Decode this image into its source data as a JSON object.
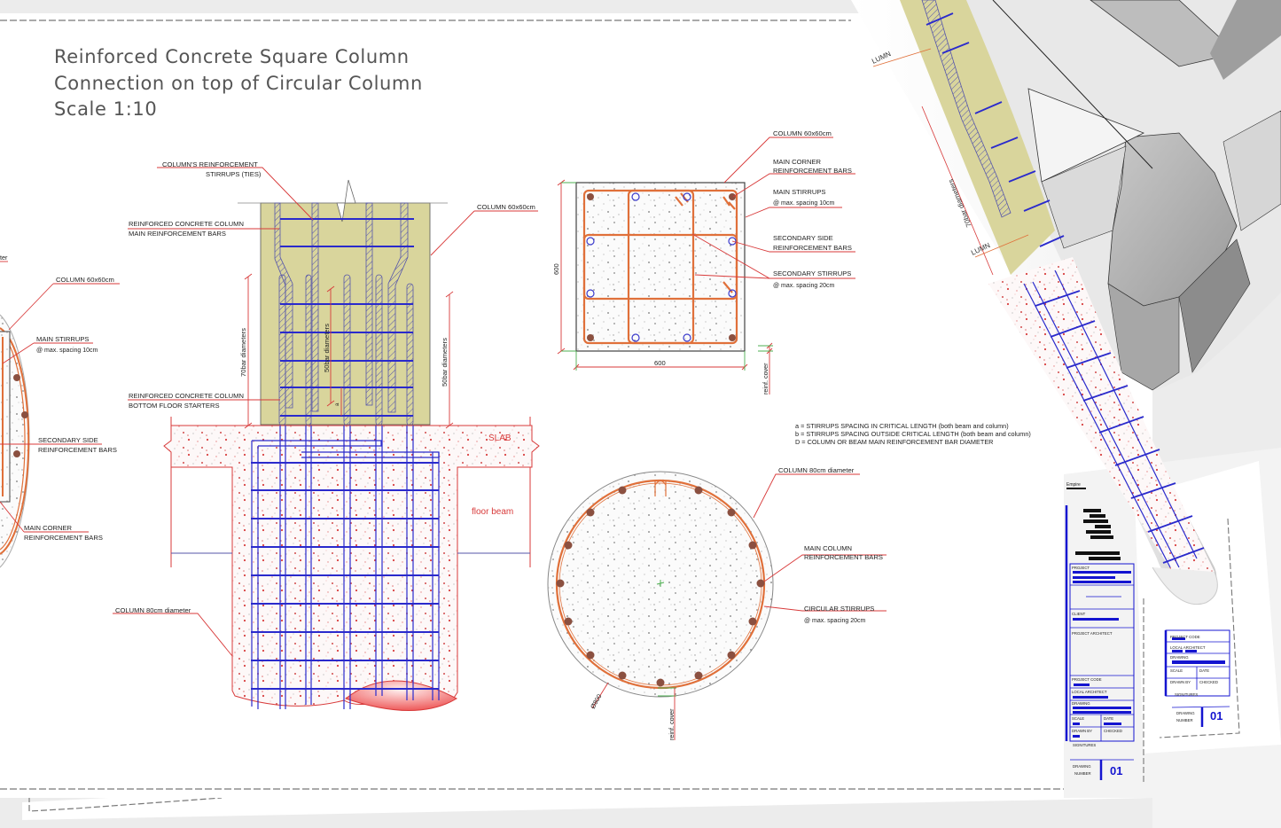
{
  "sheet": {
    "title_lines": [
      "Reinforced Concrete Square Column",
      "Connection on top of Circular Column",
      "Scale 1:10"
    ]
  },
  "section_view": {
    "labels": {
      "stirrups_1": "COLUMN'S REINFORCEMENT",
      "stirrups_2": "STIRRUPS (TIES)",
      "main_bars_1": "REINFORCED CONCRETE COLUMN",
      "main_bars_2": "MAIN REINFORCEMENT BARS",
      "column_top": "COLUMN 60x60cm",
      "starters_1": "REINFORCED CONCRETE COLUMN",
      "starters_2": "BOTTOM FLOOR STARTERS",
      "dim_70": "70bar diameters",
      "dim_50_inner": "50bar diameters",
      "dim_50_outer": "50bar diameters",
      "dim_a": "a",
      "slab": "SLAB",
      "floor_beam": "floor beam",
      "column_bottom": "COLUMN 80cm diameter"
    }
  },
  "left_partial_view": {
    "labels": {
      "cut_text": "ter",
      "column": "COLUMN 60x60cm",
      "main_stirrups_1": "MAIN STIRRUPS",
      "main_stirrups_2": "@ max. spacing 10cm",
      "secondary_1": "SECONDARY SIDE",
      "secondary_2": "REINFORCEMENT BARS",
      "corner_1": "MAIN CORNER",
      "corner_2": "REINFORCEMENT BARS"
    }
  },
  "square_plan": {
    "labels": {
      "column": "COLUMN 60x60cm",
      "corner_1": "MAIN CORNER",
      "corner_2": "REINFORCEMENT BARS",
      "main_stirrups_1": "MAIN STIRRUPS",
      "main_stirrups_2": "@ max. spacing 10cm",
      "secondary_side_1": "SECONDARY SIDE",
      "secondary_side_2": "REINFORCEMENT BARS",
      "secondary_stirrups_1": "SECONDARY STIRRUPS",
      "secondary_stirrups_2": "@ max. spacing 20cm",
      "dim_height": "600",
      "dim_width": "600",
      "cover": "reinf. cover"
    }
  },
  "legend": {
    "lines": [
      "a = STIRRUPS SPACING IN CRITICAL LENGTH (both beam and column)",
      "b = STIRRUPS SPACING OUTSIDE CRITICAL LENGTH (both beam and column)",
      "D = COLUMN OR BEAM MAIN REINFORCEMENT BAR DIAMETER"
    ]
  },
  "circular_plan": {
    "labels": {
      "column": "COLUMN 80cm diameter",
      "main_bars_1": "MAIN COLUMN",
      "main_bars_2": "REINFORCEMENT BARS",
      "stirrups_1": "CIRCULAR STIRRUPS",
      "stirrups_2": "@ max. spacing 20cm",
      "diameter": "Ø800",
      "cover": "reinf. cover"
    }
  },
  "rolled_sheet": {
    "labels": {
      "column_a": "LUMN",
      "column_b": "LUMN",
      "dim": "70bar diameters"
    }
  },
  "title_block_front": {
    "header": "Empire",
    "project": "PROJECT",
    "client": "CLIENT",
    "project_architect": "PROJECT ARCHITECT",
    "project_code": "PROJECT CODE",
    "local_architect": "LOCAL ARCHITECT",
    "drawing": "DRAWING",
    "scale": "SCALE",
    "date": "DATE",
    "drawn_by": "DRAWN BY",
    "checked": "CHECKED",
    "signatures": "SIGNITURES",
    "drawing_number_1": "DRAWING",
    "drawing_number_2": "NUMBER",
    "number": "01"
  },
  "title_block_back": {
    "project_code": "PROJECT CODE",
    "local_architect": "LOCAL ARCHITECT",
    "drawing": "DRAWING",
    "scale": "SCALE",
    "date": "DATE",
    "drawn_by": "DRAWN BY",
    "checked": "CHECKED",
    "signatures": "SIGNITURES",
    "drawing_number_1": "DRAWING",
    "drawing_number_2": "NUMBER",
    "number": "01"
  },
  "colors": {
    "background": "#ececec",
    "paper": "#ffffff",
    "leader_red": "#d83a3a",
    "rebar_blue": "#2a2acc",
    "stirrup_orange": "#e0703a",
    "column_tan": "#d9d59c",
    "titleblock_blue": "#1414d0",
    "bar_brown": "#8b5040"
  }
}
